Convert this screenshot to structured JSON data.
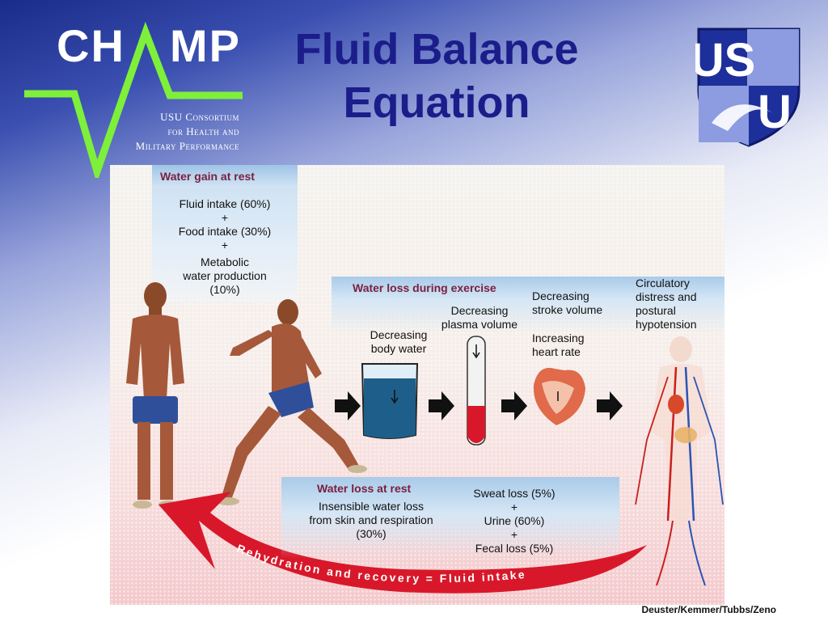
{
  "logo": {
    "letters_left": "CH",
    "letters_right": "MP",
    "line1": "USU Consortium",
    "line2": "for Health and",
    "line3": "Military Performance",
    "colors": {
      "accent": "#7ef03a",
      "text": "#ffffff"
    }
  },
  "title": {
    "line1": "Fluid Balance",
    "line2": "Equation"
  },
  "shield": {
    "letters_top": "US",
    "letters_bottom": "U"
  },
  "gain_at_rest": {
    "heading": "Water gain at rest",
    "item1": "Fluid intake (60%)",
    "plus1": "+",
    "item2": "Food intake (30%)",
    "plus2": "+",
    "item3_line1": "Metabolic",
    "item3_line2": "water production",
    "item3_line3": "(10%)"
  },
  "exercise_loss": {
    "heading": "Water loss during exercise",
    "step1_line1": "Decreasing",
    "step1_line2": "body water",
    "step2_line1": "Decreasing",
    "step2_line2": "plasma volume",
    "step3_line1": "Decreasing",
    "step3_line2": "stroke volume",
    "step3b_line1": "Increasing",
    "step3b_line2": "heart rate",
    "step4_line1": "Circulatory",
    "step4_line2": "distress and",
    "step4_line3": "postural",
    "step4_line4": "hypotension"
  },
  "rest_loss": {
    "heading": "Water loss at rest",
    "insensible_line1": "Insensible water loss",
    "insensible_line2": "from skin and respiration",
    "insensible_line3": "(30%)",
    "sweat": "Sweat loss (5%)",
    "plus1": "+",
    "urine": "Urine (60%)",
    "plus2": "+",
    "fecal": "Fecal loss (5%)"
  },
  "rehydration": {
    "label": "Rehydration and recovery = Fluid intake"
  },
  "credit": "Deuster/Kemmer/Tubbs/Zeno"
}
